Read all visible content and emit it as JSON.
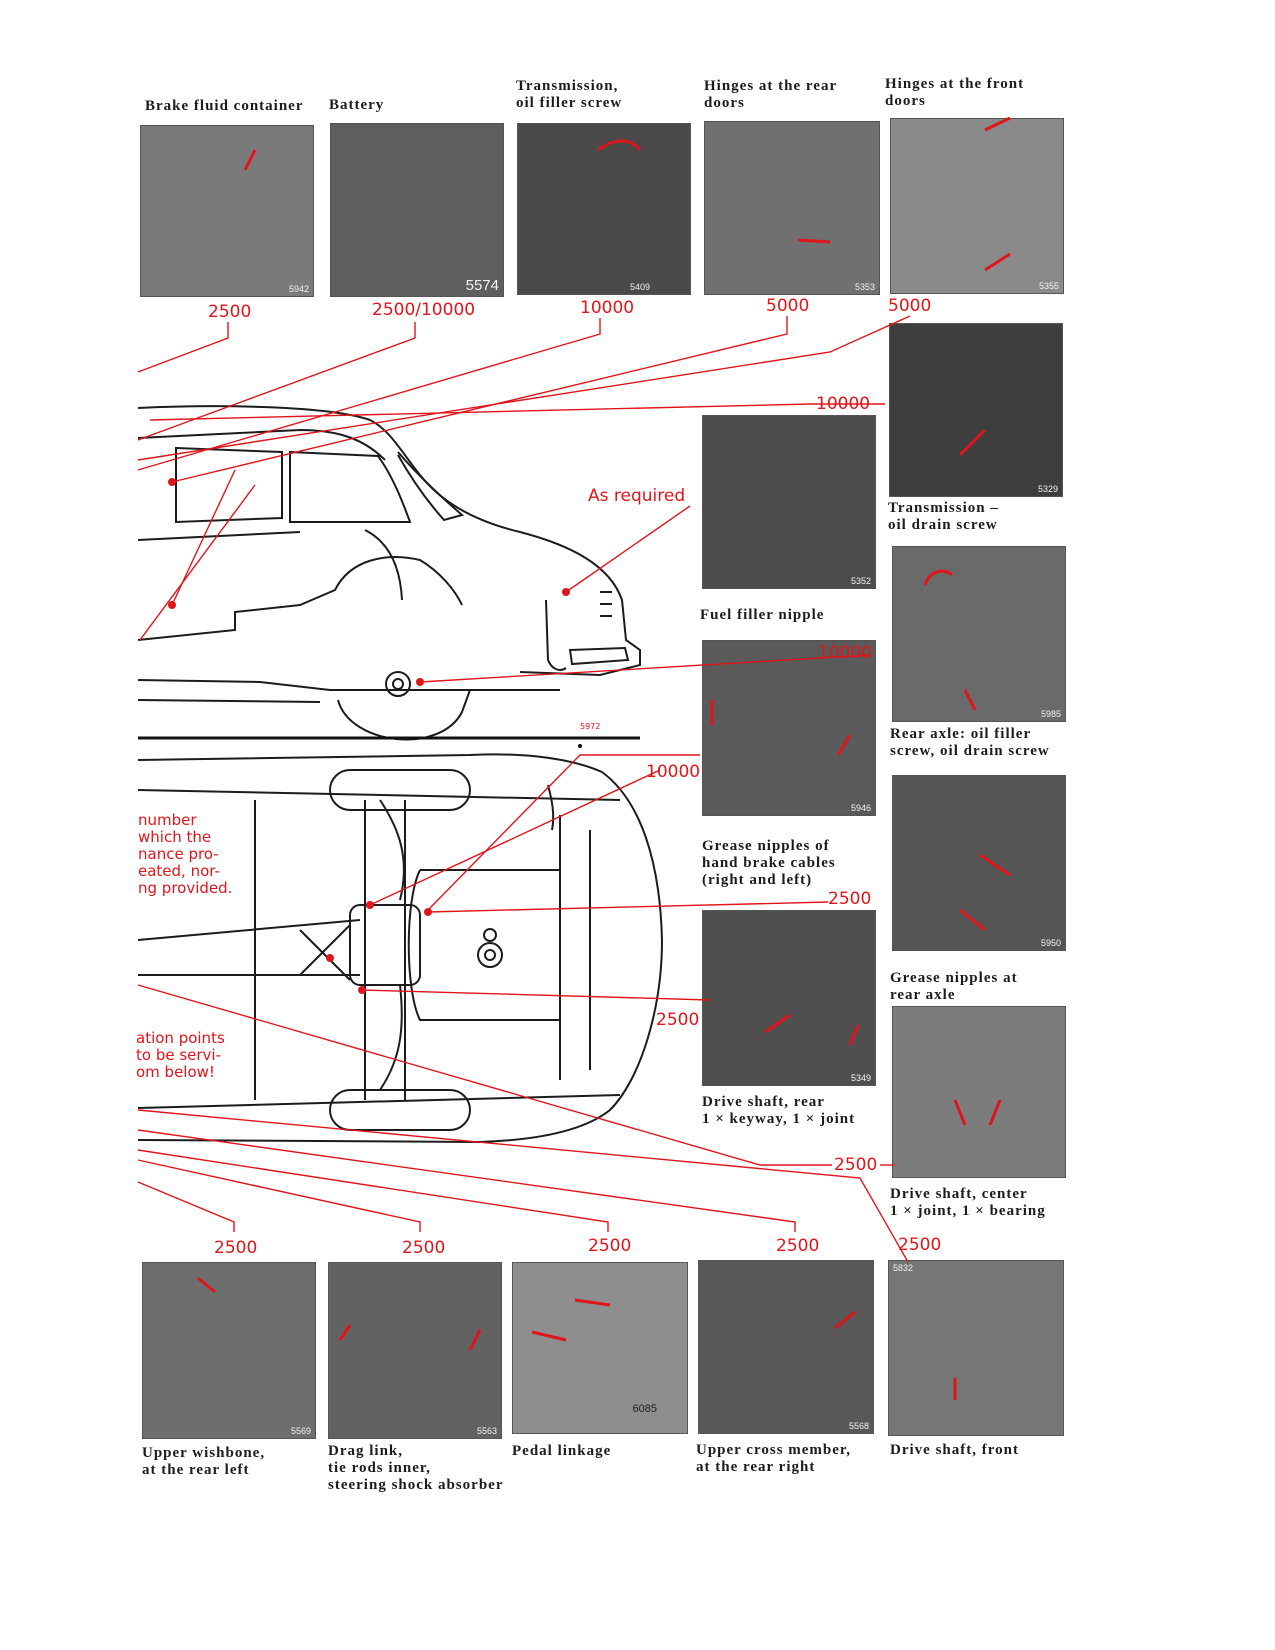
{
  "colors": {
    "accent": "#e0151b",
    "ink": "#1c1c1c",
    "photo": "#6d6d6d"
  },
  "photos": [
    {
      "id": "brake-fluid",
      "caption": "Brake fluid container",
      "plate": "5942",
      "interval": "2500"
    },
    {
      "id": "battery",
      "caption": "Battery",
      "plate": "5574",
      "interval": "2500/10000"
    },
    {
      "id": "trans-filler",
      "caption": "Transmission,\noil filler screw",
      "plate": "5409",
      "interval": "10000"
    },
    {
      "id": "hinges-rear",
      "caption": "Hinges at the rear\ndoors",
      "plate": "5353",
      "interval": "5000"
    },
    {
      "id": "hinges-front",
      "caption": "Hinges at the front\ndoors",
      "plate": "5355",
      "interval": "5000"
    },
    {
      "id": "trans-drain",
      "caption": "Transmission –\noil drain screw",
      "plate": "5329",
      "interval": "10000"
    },
    {
      "id": "fuel-filler",
      "caption": "Fuel filler nipple",
      "plate": "5352",
      "interval": "As required"
    },
    {
      "id": "rear-axle-oil",
      "caption": "Rear axle: oil filler\nscrew, oil drain screw",
      "plate": "5985",
      "interval": "10000"
    },
    {
      "id": "hand-brake",
      "caption": "Grease nipples of\nhand brake cables\n(right and left)",
      "plate": "5946",
      "interval": "10000"
    },
    {
      "id": "rear-axle-grease",
      "caption": "Grease nipples at\nrear axle",
      "plate": "5950",
      "interval": "2500"
    },
    {
      "id": "drive-rear",
      "caption": "Drive shaft, rear\n1 × keyway, 1 × joint",
      "plate": "5349",
      "interval": "2500"
    },
    {
      "id": "drive-center",
      "caption": "Drive shaft, center\n1 × joint, 1 × bearing",
      "plate": "",
      "interval": "2500"
    },
    {
      "id": "wishbone",
      "caption": "Upper wishbone,\nat the rear left",
      "plate": "5569",
      "interval": "2500"
    },
    {
      "id": "drag-link",
      "caption": "Drag link,\ntie rods inner,\nsteering shock absorber",
      "plate": "5563",
      "interval": "2500"
    },
    {
      "id": "pedal",
      "caption": "Pedal linkage",
      "plate": "6085",
      "interval": "2500"
    },
    {
      "id": "cross-member",
      "caption": "Upper cross member,\nat the rear right",
      "plate": "5568",
      "interval": "2500"
    },
    {
      "id": "drive-front",
      "caption": "Drive shaft, front",
      "plate": "5832",
      "interval": "2500"
    }
  ],
  "diagram": {
    "plate": "5972",
    "note_top": "number\nwhich the\nnance pro-\neated, nor-\nng provided.",
    "note_bottom": "ation points\nto be servi-\nom below!"
  }
}
